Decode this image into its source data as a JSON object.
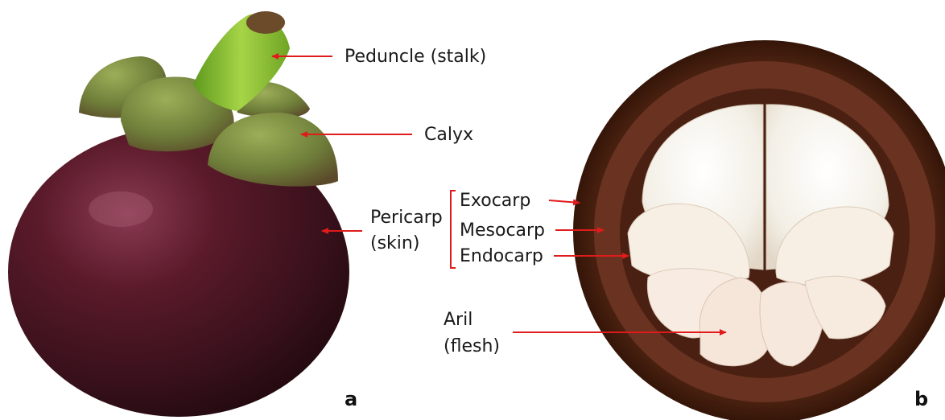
{
  "labels": {
    "peduncle": "Peduncle (stalk)",
    "calyx": "Calyx",
    "pericarp_line1": "Pericarp",
    "pericarp_line2": "(skin)",
    "exocarp": "Exocarp",
    "mesocarp": "Mesocarp",
    "endocarp": "Endocarp",
    "aril_line1": "Aril",
    "aril_line2": "(flesh)"
  },
  "panels": {
    "a": "a",
    "b": "b"
  },
  "colors": {
    "arrow": "#e01b1b",
    "rind_outer": "#3a1a10",
    "rind_inner": "#5a2a17",
    "fruit_skin": "#4a1320",
    "aril": "#f3efe6",
    "calyx": "#7a8a3c",
    "stalk": "#8dbf2e"
  }
}
